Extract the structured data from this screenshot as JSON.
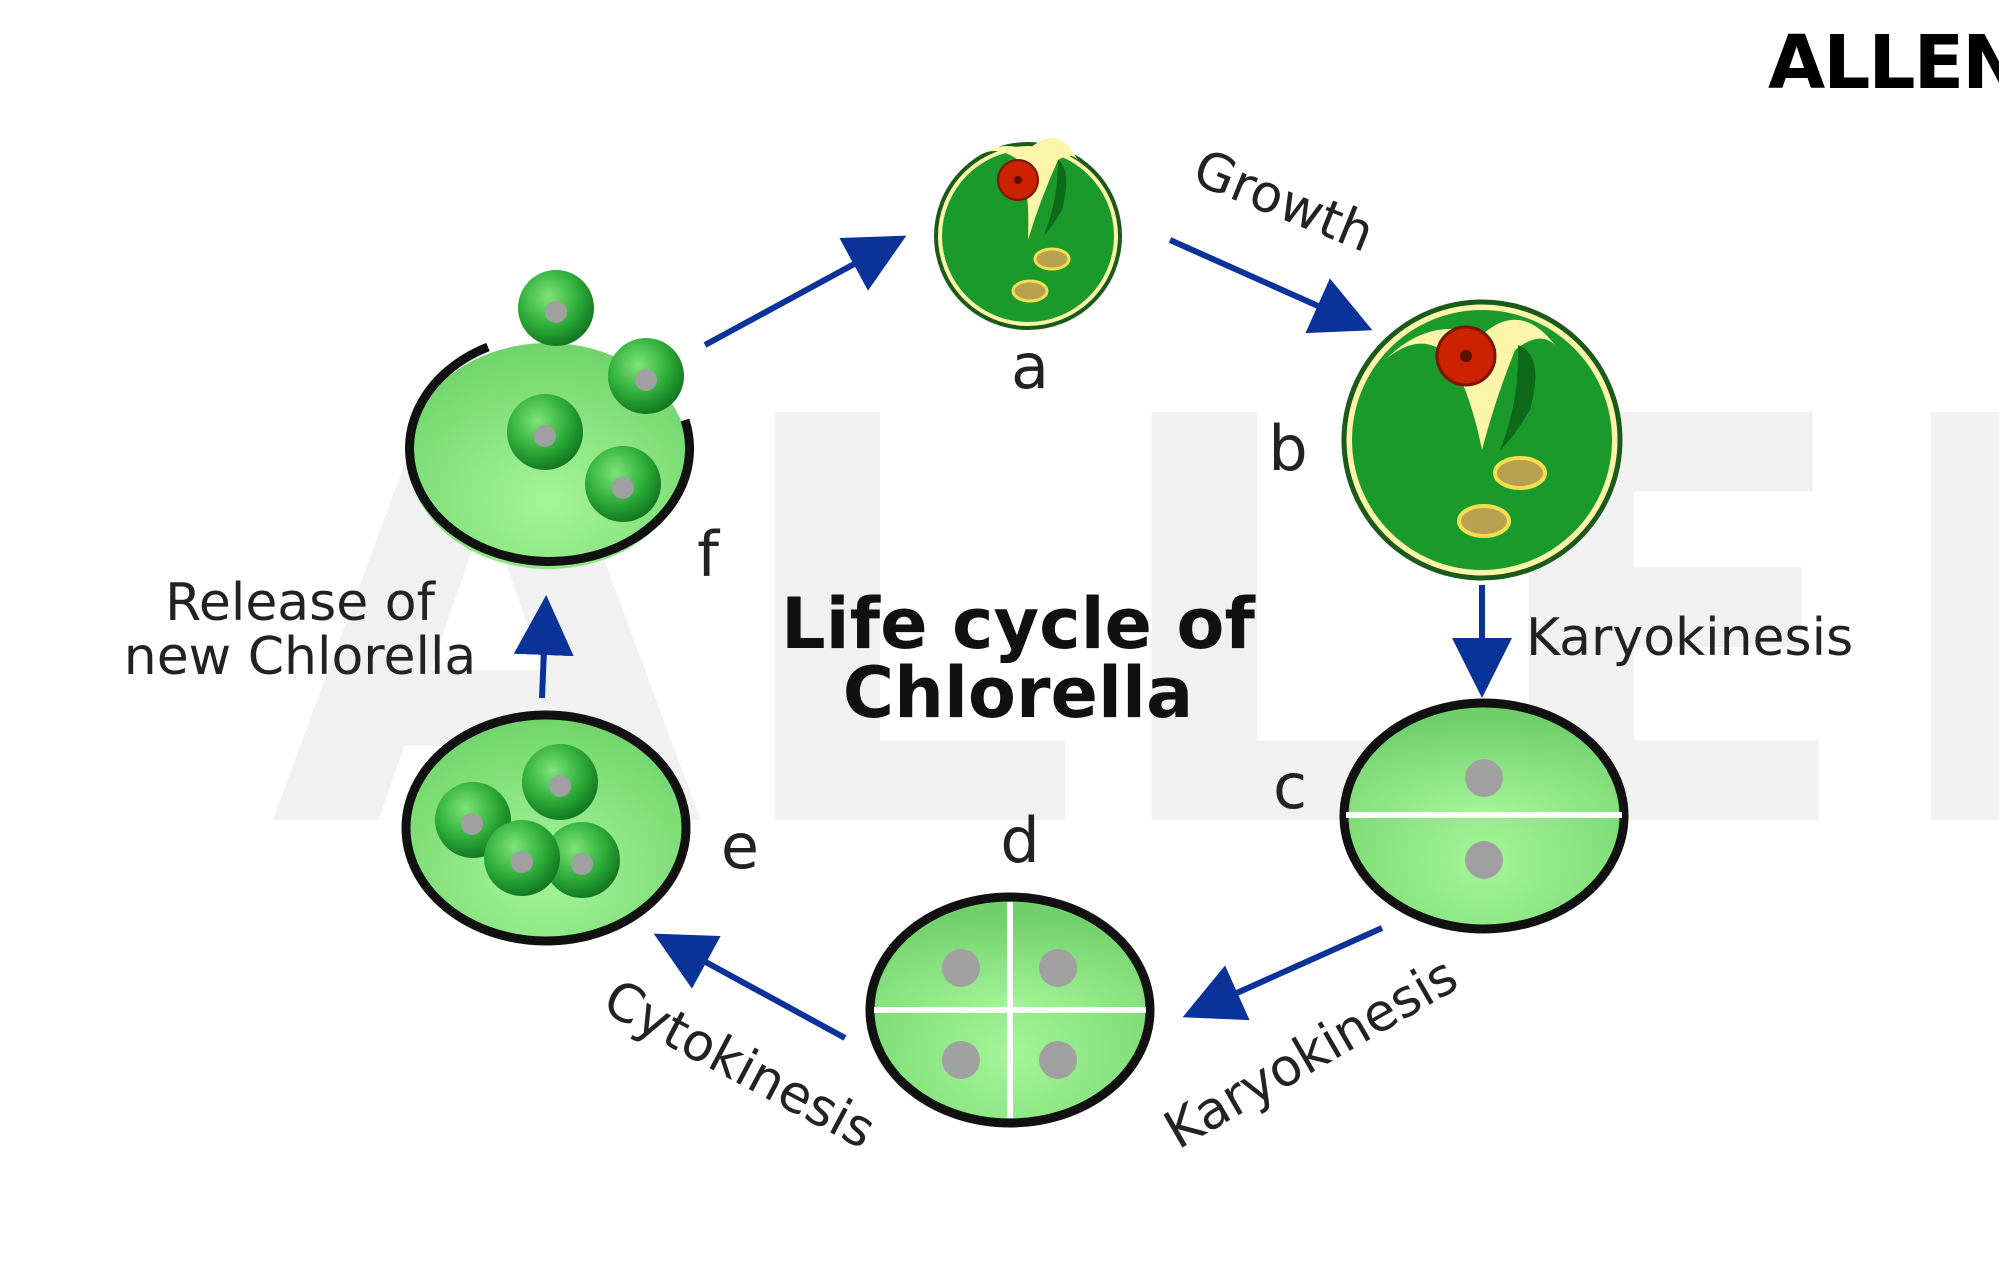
{
  "brand": {
    "logo_text": "ALLEN"
  },
  "title": {
    "line1": "Life cycle of",
    "line2": "Chlorella"
  },
  "stages": {
    "a": "a",
    "b": "b",
    "c": "c",
    "d": "d",
    "e": "e",
    "f": "f"
  },
  "processes": {
    "growth": "Growth",
    "karyokinesis_1": "Karyokinesis",
    "karyokinesis_2": "Karyokinesis",
    "cytokinesis": "Cytokinesis",
    "release_line1": "Release of",
    "release_line2": "new Chlorella"
  },
  "colors": {
    "arrow": "#0a3399",
    "cell_dark_green": "#1a9a2a",
    "cell_light_green": "#8fe88a",
    "cell_outline": "#111111",
    "nucleus_red": "#cc2200",
    "cytoplasm_yellow": "#fdf6a8",
    "nucleus_grey": "#a0a0a0"
  }
}
